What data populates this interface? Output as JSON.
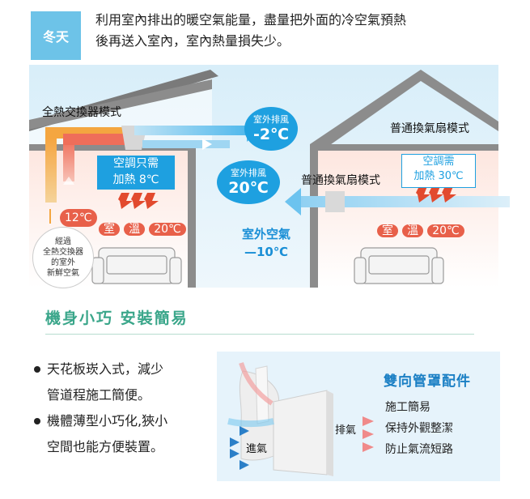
{
  "season": "冬天",
  "intro": {
    "line1": "利用室內排出的暖空氣能量，盡量把外面的冷空氣預熱",
    "line2": "後再送入室內，室內熱量損失少。"
  },
  "diagram": {
    "left_mode_label": "全熱交換器模式",
    "right_mode_label": "普通換氣扇模式",
    "right_duct_label": "普通換氣扇模式",
    "exhaust_top": {
      "label": "室外排風",
      "temp": "-2℃"
    },
    "exhaust_mid": {
      "label": "室外排風",
      "temp": "20℃"
    },
    "ac_left": {
      "line1": "空調只需",
      "line2": "加熱 8℃"
    },
    "ac_right": {
      "line1": "空調需",
      "line2": "加熱 30℃"
    },
    "fresh_temp": "12℃",
    "fresh_note": [
      "經過",
      "全熱交換器",
      "的室外",
      "新鮮空氣"
    ],
    "room_left": {
      "c1": "室",
      "c2": "溫",
      "temp": "20℃"
    },
    "room_right": {
      "c1": "室",
      "c2": "溫",
      "temp": "20℃"
    },
    "outside_air": {
      "label": "室外空氣",
      "temp": "—10℃"
    }
  },
  "section": {
    "title": "機身小巧 安裝簡易"
  },
  "bullets": [
    {
      "line1": "天花板崁入式，減少",
      "line2": "管道程施工簡便。"
    },
    {
      "line1": "機體薄型小巧化,狹小",
      "line2": "空間也能方便裝置。"
    }
  ],
  "accessory": {
    "title": "雙向管罩配件",
    "features": [
      "施工簡易",
      "保持外觀整潔",
      "防止氣流短路"
    ],
    "exhaust_label": "排氣",
    "intake_label": "進氣"
  },
  "colors": {
    "accent_blue": "#1ea0e0",
    "accent_green": "#3aa68a",
    "warm_red": "#e8604a",
    "badge_blue": "#6dc3e8"
  }
}
